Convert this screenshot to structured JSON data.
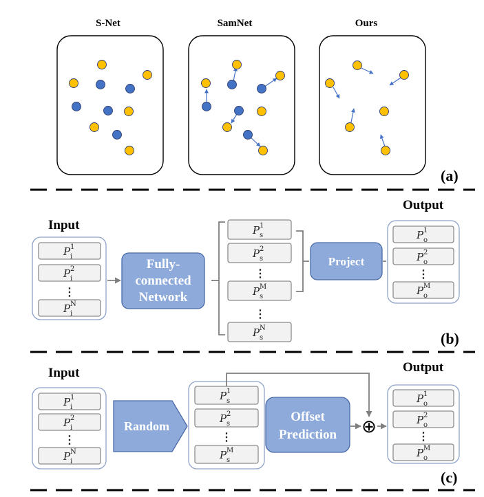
{
  "panel_a": {
    "titles": [
      "S-Net",
      "SamNet",
      "Ours"
    ],
    "label": "(a)"
  },
  "panel_b": {
    "input_label": "Input",
    "output_label": "Output",
    "input_items": [
      {
        "sym": "P",
        "sub": "i",
        "sup": "1"
      },
      {
        "sym": "P",
        "sub": "i",
        "sup": "2"
      },
      {
        "sym": "P",
        "sub": "i",
        "sup": "N"
      }
    ],
    "fc_lines": [
      "Fully-",
      "connected",
      "Network"
    ],
    "sampled_items": [
      {
        "sym": "P",
        "sub": "s",
        "sup": "1"
      },
      {
        "sym": "P",
        "sub": "s",
        "sup": "2"
      },
      {
        "sym": "P",
        "sub": "s",
        "sup": "M"
      },
      {
        "sym": "P",
        "sub": "s",
        "sup": "N"
      }
    ],
    "project_label": "Project",
    "output_items": [
      {
        "sym": "P",
        "sub": "o",
        "sup": "1"
      },
      {
        "sym": "P",
        "sub": "o",
        "sup": "2"
      },
      {
        "sym": "P",
        "sub": "o",
        "sup": "M"
      }
    ],
    "dots": "⋮",
    "label": "(b)"
  },
  "panel_c": {
    "input_label": "Input",
    "output_label": "Output",
    "input_items": [
      {
        "sym": "P",
        "sub": "i",
        "sup": "1"
      },
      {
        "sym": "P",
        "sub": "i",
        "sup": "2"
      },
      {
        "sym": "P",
        "sub": "i",
        "sup": "N"
      }
    ],
    "random_label": "Random",
    "sampled_items": [
      {
        "sym": "P",
        "sub": "s",
        "sup": "1"
      },
      {
        "sym": "P",
        "sub": "s",
        "sup": "2"
      },
      {
        "sym": "P",
        "sub": "s",
        "sup": "M"
      }
    ],
    "offset_lines": [
      "Offset",
      "Prediction"
    ],
    "plus_symbol": "⊕",
    "output_items": [
      {
        "sym": "P",
        "sub": "o",
        "sup": "1"
      },
      {
        "sym": "P",
        "sub": "o",
        "sup": "2"
      },
      {
        "sym": "P",
        "sub": "o",
        "sup": "M"
      }
    ],
    "dots": "⋮",
    "label": "(c)"
  },
  "colors": {
    "point_yellow": "#ffc000",
    "point_blue": "#4472c4",
    "block_blue": "#8eaadb",
    "cell_fill": "#f2f2f2"
  }
}
